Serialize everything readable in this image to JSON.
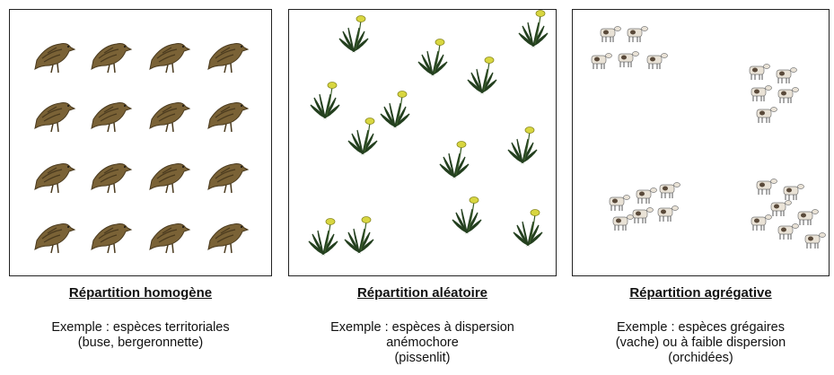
{
  "panels": [
    {
      "title": "Répartition homogène",
      "example_lines": [
        "Exemple : espèces territoriales",
        "(buse, bergeronnette)"
      ],
      "organism_icon": "bird-icon"
    },
    {
      "title": "Répartition aléatoire",
      "example_lines": [
        "Exemple : espèces à dispersion",
        "anémochore",
        "(pissenlit)"
      ],
      "organism_icon": "dandelion-icon"
    },
    {
      "title": "Répartition agrégative",
      "example_lines": [
        "Exemple : espèces grégaires",
        "(vache) ou à faible dispersion",
        "(orchidées)"
      ],
      "organism_icon": "cow-icon"
    }
  ],
  "colors": {
    "bird_body": "#7a6236",
    "bird_dark": "#4a3a1e",
    "dandelion_leaf": "#24401f",
    "dandelion_flower": "#d8d640",
    "cow_body": "#e9e2d6",
    "cow_spot": "#5a4a3a"
  }
}
